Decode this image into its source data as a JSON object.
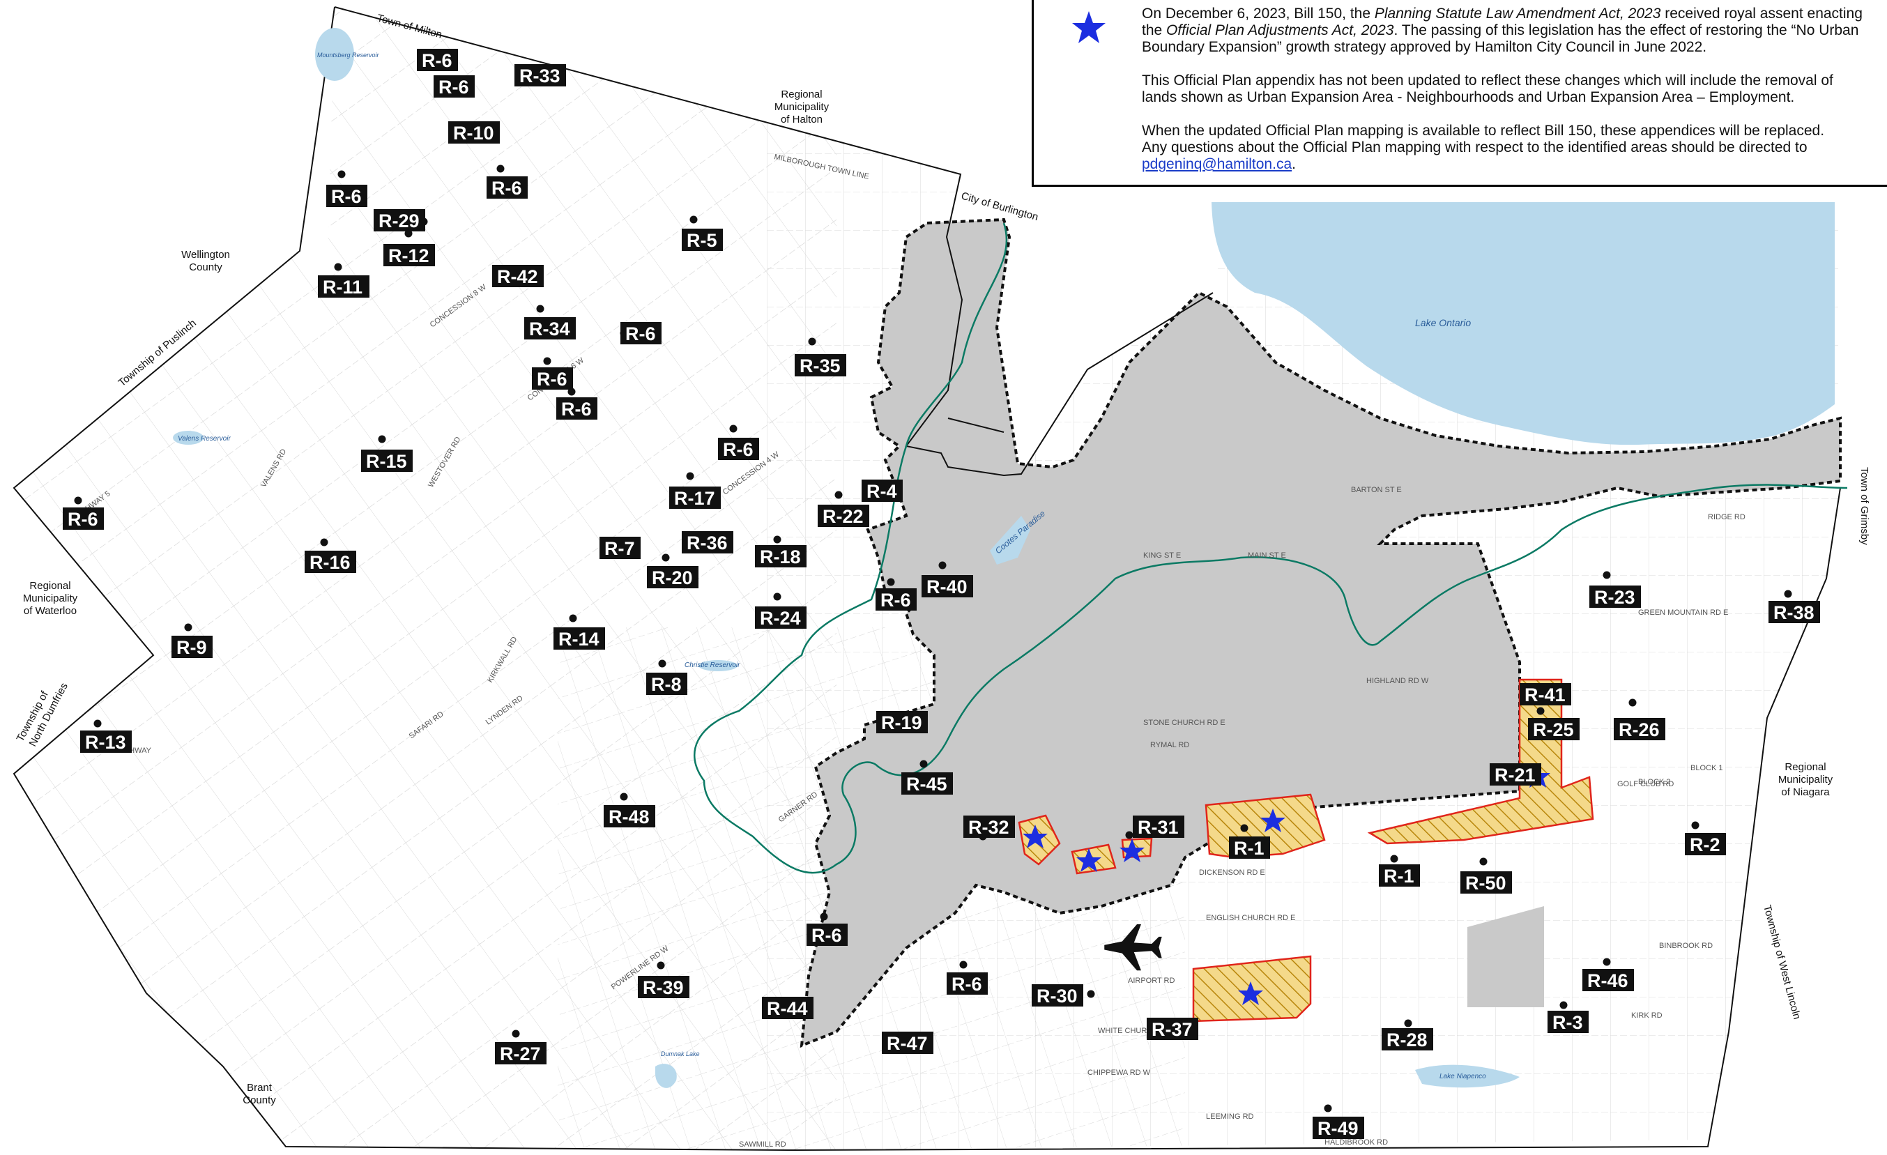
{
  "notice": {
    "p1_a": "On December 6, 2023, Bill 150, the ",
    "p1_b": "Planning Statute Law Amendment Act, 2023",
    "p1_c": " received royal assent enacting the ",
    "p1_d": "Official Plan Adjustments Act, 2023",
    "p1_e": ". The passing of this legislation has the effect of restoring the “No Urban Boundary Expansion” growth strategy approved by Hamilton City Council in June 2022.",
    "p2": "This Official Plan appendix has not been updated to reflect these changes which will include the removal of lands shown as Urban Expansion Area - Neighbourhoods and Urban Expansion Area – Employment.",
    "p3_a": "When the updated Official Plan mapping is available to reflect Bill 150, these appendices will be replaced.",
    "p3_b": "Any questions about the Official Plan mapping with respect to the identified areas should be directed to",
    "email": "pdgeninq@hamilton.ca",
    "period": "."
  },
  "place_labels": {
    "milton": "Town of Milton",
    "halton_1": "Regional",
    "halton_2": "Municipality",
    "halton_3": "of Halton",
    "burlington": "City of Burlington",
    "wellington_1": "Wellington",
    "wellington_2": "County",
    "puslinch": "Township of Puslinch",
    "waterloo_1": "Regional",
    "waterloo_2": "Municipality",
    "waterloo_3": "of Waterloo",
    "north_dumfries_1": "Township of",
    "north_dumfries_2": "North Dumfries",
    "brant_1": "Brant",
    "brant_2": "County",
    "grimsby": "Town of Grimsby",
    "niagara_1": "Regional",
    "niagara_2": "Municipality",
    "niagara_3": "of Niagara",
    "west_lincoln": "Township of West Lincoln",
    "lake_ontario": "Lake Ontario",
    "cootes_paradise": "Cootes Paradise",
    "christie_reservoir": "Christie Reservoir",
    "valens_reservoir": "Valens Reservoir",
    "mountsberg_reservoir": "Mountsberg Reservoir",
    "binbrook_lake": "Lake Niapenco",
    "dunnvi_lake": "Dumnak Lake"
  },
  "road_labels": {
    "highway_5": "HIGHWAY 5",
    "old_highway": "OLD HIGHWAY",
    "barton_st_e": "BARTON ST E",
    "king_st_e": "KING ST E",
    "main_st_e": "MAIN ST E",
    "rymal_rd": "RYMAL RD",
    "stone_church_rd": "STONE CHURCH RD E",
    "dickenson_rd": "DICKENSON RD E",
    "english_church_rd": "ENGLISH CHURCH RD E",
    "white_church_rd": "WHITE CHURCH RD",
    "airport_rd": "AIRPORT RD",
    "chippewa_rd": "CHIPPEWA RD W",
    "leeming_rd": "LEEMING RD",
    "haldibrook_rd": "HALDIBROOK RD",
    "ridge_rd": "RIDGE RD",
    "green_mountain_rd": "GREEN MOUNTAIN RD E",
    "highland_rd": "HIGHLAND RD W",
    "golf_club_rd": "GOLF CLUB RD",
    "binbrook_rd": "BINBROOK RD",
    "kirk_rd": "KIRK RD",
    "milburough_line": "MILBOROUGH TOWN LINE",
    "concession_4w": "CONCESSION 4 W",
    "concession_6w": "CONCESSION 6 W",
    "concession_8w": "CONCESSION 8 W",
    "safari_rd": "SAFARI RD",
    "lynden_rd": "LYNDEN RD",
    "sawmill_rd": "SAWMILL RD",
    "powerline_rd": "POWERLINE RD W",
    "garner_rd": "GARNER RD",
    "westover_rd": "WESTOVER RD",
    "valens_rd": "VALENS RD",
    "kirkwall_rd": "KIRKWALL RD",
    "block_1": "BLOCK 1",
    "block_2": "BLOCK 2"
  },
  "site_labels": [
    {
      "id": "r6a",
      "text": "R-6"
    },
    {
      "id": "r6b",
      "text": "R-6"
    },
    {
      "id": "r33",
      "text": "R-33"
    },
    {
      "id": "r10",
      "text": "R-10"
    },
    {
      "id": "r6c",
      "text": "R-6"
    },
    {
      "id": "r6d",
      "text": "R-6"
    },
    {
      "id": "r29",
      "text": "R-29"
    },
    {
      "id": "r12",
      "text": "R-12"
    },
    {
      "id": "r5",
      "text": "R-5"
    },
    {
      "id": "r11",
      "text": "R-11"
    },
    {
      "id": "r42",
      "text": "R-42"
    },
    {
      "id": "r34",
      "text": "R-34"
    },
    {
      "id": "r6e",
      "text": "R-6"
    },
    {
      "id": "r35",
      "text": "R-35"
    },
    {
      "id": "r6f",
      "text": "R-6"
    },
    {
      "id": "r6g",
      "text": "R-6"
    },
    {
      "id": "r15",
      "text": "R-15"
    },
    {
      "id": "r6h",
      "text": "R-6"
    },
    {
      "id": "r17",
      "text": "R-17"
    },
    {
      "id": "r4",
      "text": "R-4"
    },
    {
      "id": "r22",
      "text": "R-22"
    },
    {
      "id": "r6i",
      "text": "R-6"
    },
    {
      "id": "r16",
      "text": "R-16"
    },
    {
      "id": "r7",
      "text": "R-7"
    },
    {
      "id": "r36",
      "text": "R-36"
    },
    {
      "id": "r18",
      "text": "R-18"
    },
    {
      "id": "r20",
      "text": "R-20"
    },
    {
      "id": "r40",
      "text": "R-40"
    },
    {
      "id": "r6j",
      "text": "R-6"
    },
    {
      "id": "r24",
      "text": "R-24"
    },
    {
      "id": "r14",
      "text": "R-14"
    },
    {
      "id": "r9",
      "text": "R-9"
    },
    {
      "id": "r8",
      "text": "R-8"
    },
    {
      "id": "r19",
      "text": "R-19"
    },
    {
      "id": "r13",
      "text": "R-13"
    },
    {
      "id": "r45",
      "text": "R-45"
    },
    {
      "id": "r48",
      "text": "R-48"
    },
    {
      "id": "r32",
      "text": "R-32"
    },
    {
      "id": "r31",
      "text": "R-31"
    },
    {
      "id": "r1a",
      "text": "R-1"
    },
    {
      "id": "r1b",
      "text": "R-1"
    },
    {
      "id": "r50",
      "text": "R-50"
    },
    {
      "id": "r21",
      "text": "R-21"
    },
    {
      "id": "r41",
      "text": "R-41"
    },
    {
      "id": "r25",
      "text": "R-25"
    },
    {
      "id": "r26",
      "text": "R-26"
    },
    {
      "id": "r23",
      "text": "R-23"
    },
    {
      "id": "r38",
      "text": "R-38"
    },
    {
      "id": "r2",
      "text": "R-2"
    },
    {
      "id": "r6k",
      "text": "R-6"
    },
    {
      "id": "r6l",
      "text": "R-6"
    },
    {
      "id": "r30",
      "text": "R-30"
    },
    {
      "id": "r46",
      "text": "R-46"
    },
    {
      "id": "r39",
      "text": "R-39"
    },
    {
      "id": "r44",
      "text": "R-44"
    },
    {
      "id": "r47",
      "text": "R-47"
    },
    {
      "id": "r37",
      "text": "R-37"
    },
    {
      "id": "r28",
      "text": "R-28"
    },
    {
      "id": "r3",
      "text": "R-3"
    },
    {
      "id": "r27",
      "text": "R-27"
    },
    {
      "id": "r49",
      "text": "R-49"
    }
  ],
  "colors": {
    "urban_area": "#c9c9c9",
    "lake": "#b8d9ec",
    "expansion_fill": "#f4d98a",
    "expansion_hatch": "#b8860b",
    "expansion_outline": "#e0251b",
    "greenbelt_line": "#0b7a64",
    "star": "#1c2ee0",
    "label_box": "#111111"
  },
  "icons": {
    "star": "star-icon",
    "airport": "airplane-icon"
  }
}
